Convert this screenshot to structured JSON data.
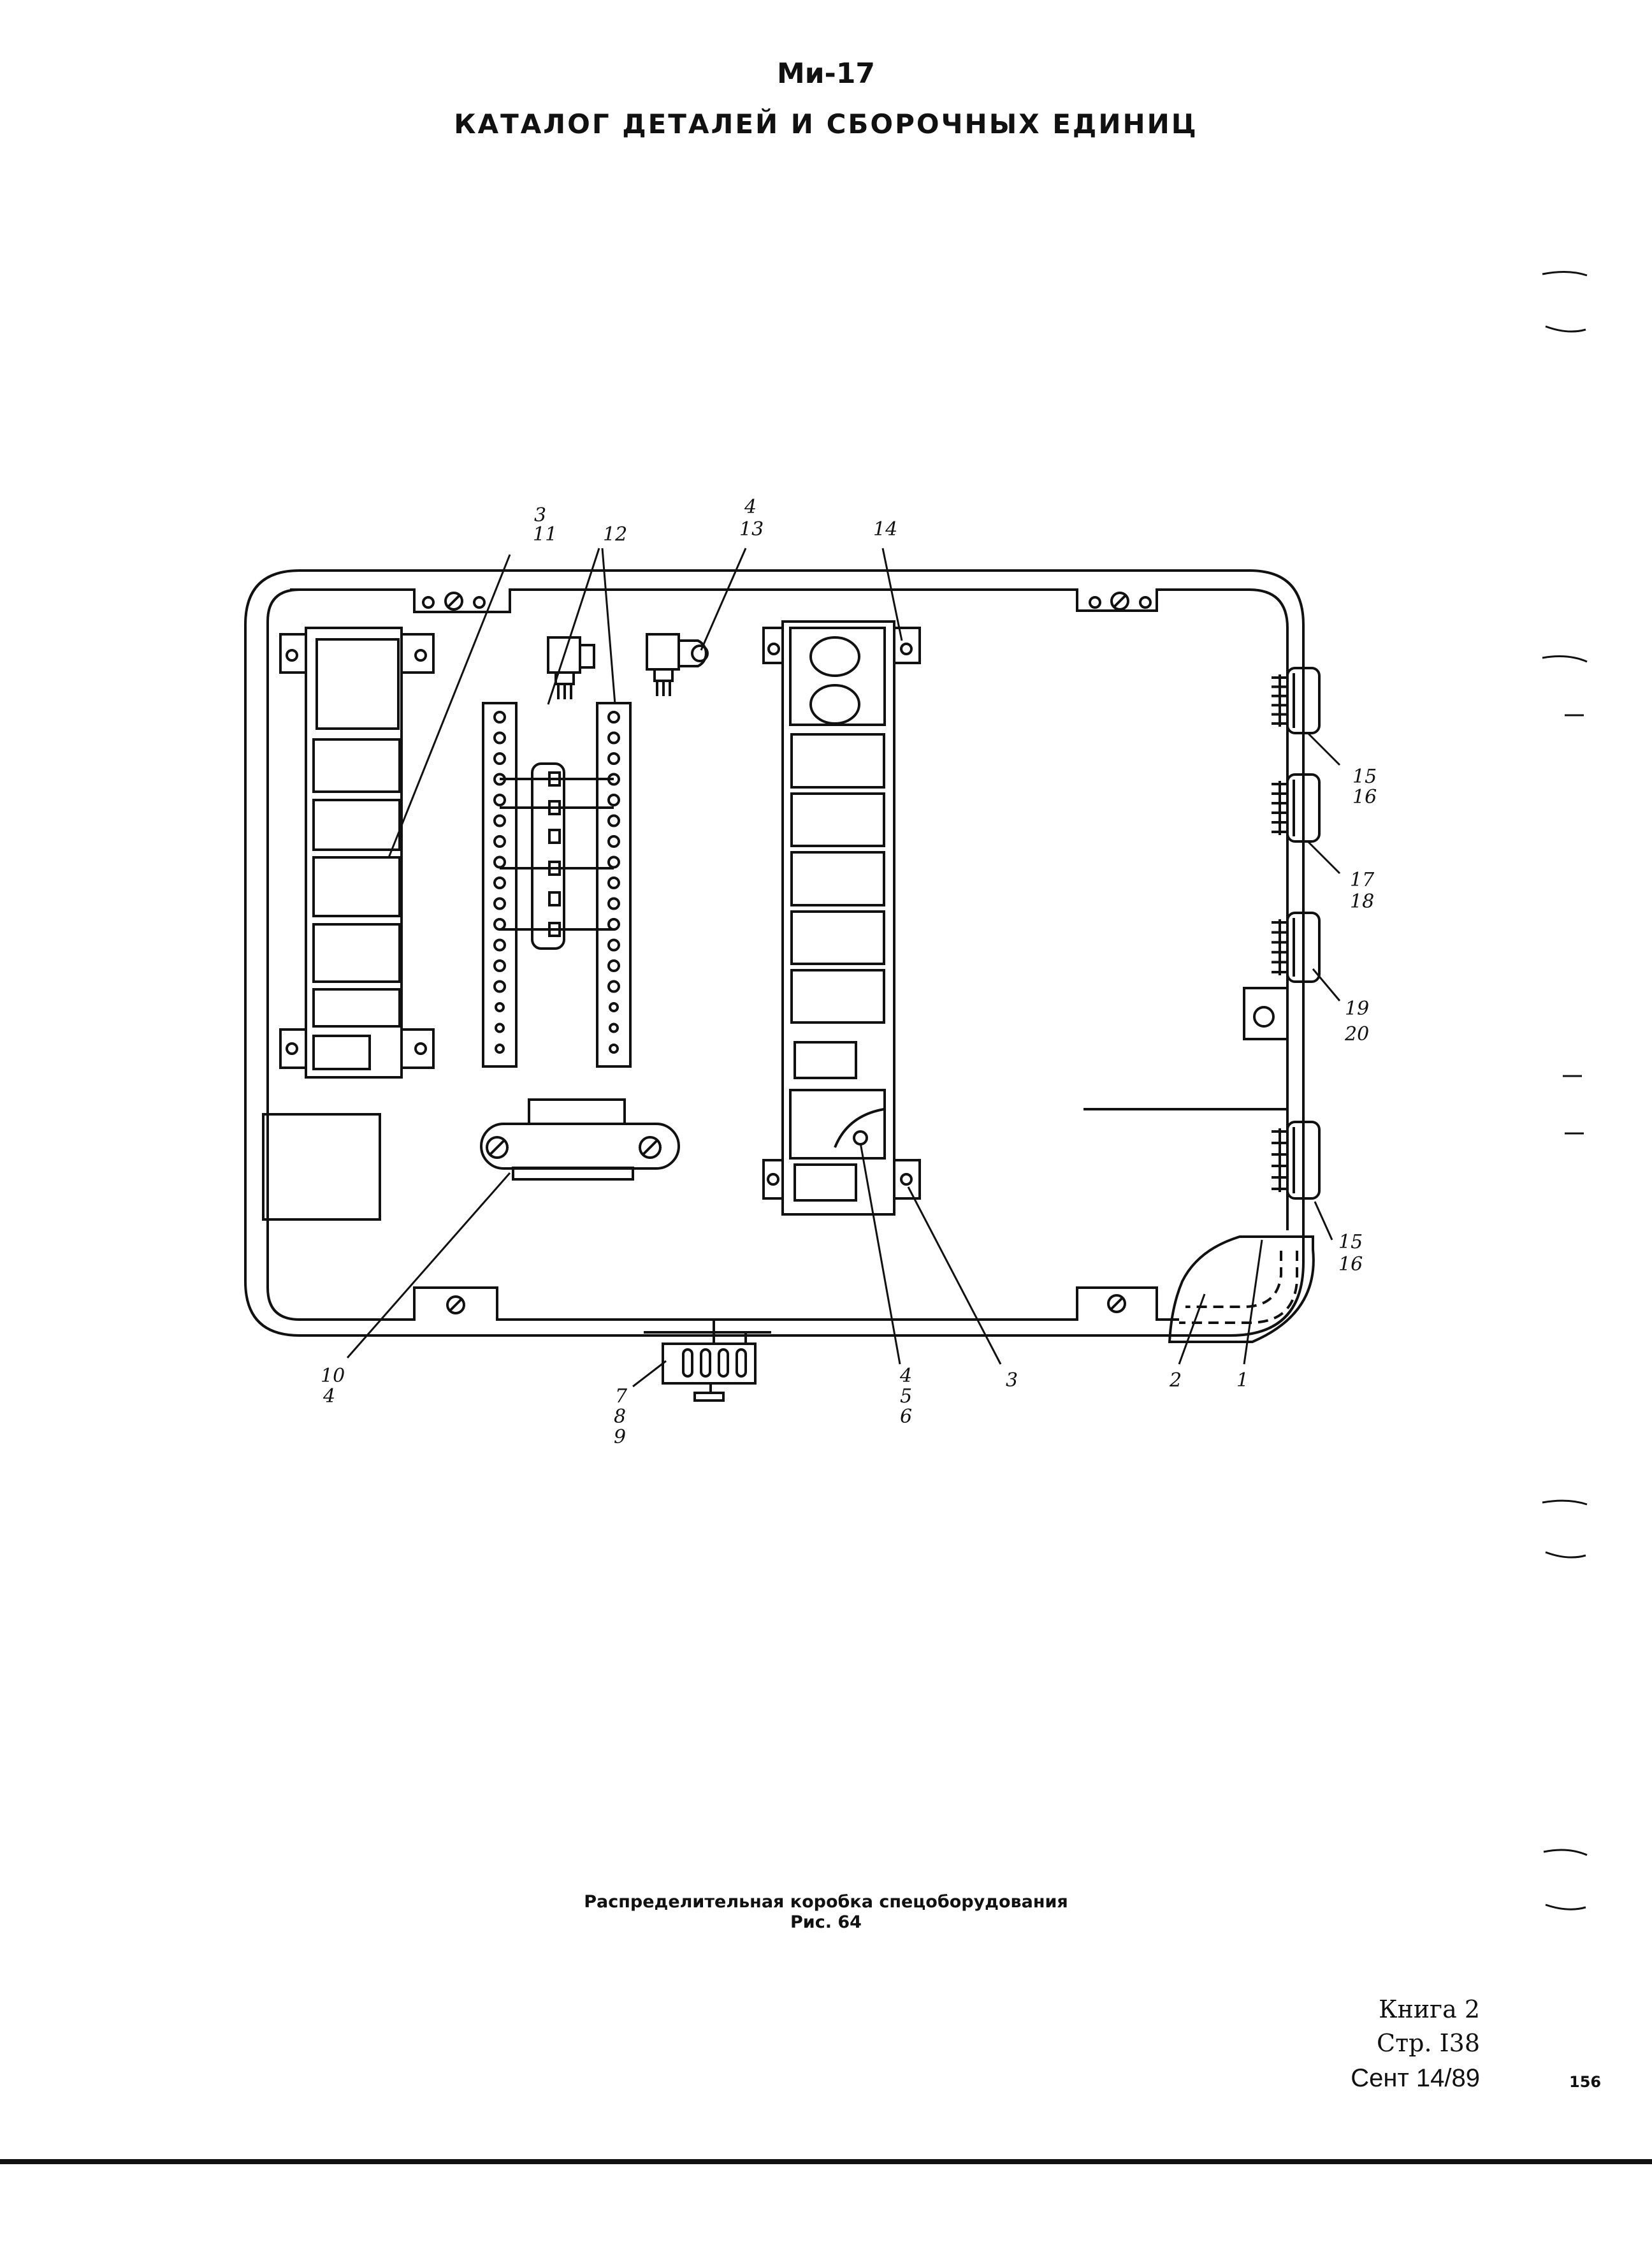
{
  "header": {
    "model": "Ми-17",
    "title": "КАТАЛОГ ДЕТАЛЕЙ И СБОРОЧНЫХ ЕДИНИЦ"
  },
  "callouts": [
    {
      "id": "c-3-11",
      "lines": [
        "3",
        "11"
      ]
    },
    {
      "id": "c-12",
      "lines": [
        "12"
      ]
    },
    {
      "id": "c-4-13",
      "lines": [
        "4",
        "13"
      ]
    },
    {
      "id": "c-14",
      "lines": [
        "14"
      ]
    },
    {
      "id": "c-15-16-a",
      "lines": [
        "15",
        "16"
      ]
    },
    {
      "id": "c-17-18",
      "lines": [
        "17",
        "18"
      ]
    },
    {
      "id": "c-19-20",
      "lines": [
        "19",
        "20"
      ]
    },
    {
      "id": "c-15-16-b",
      "lines": [
        "15",
        "16"
      ]
    },
    {
      "id": "c-10-4",
      "lines": [
        "10",
        "4"
      ]
    },
    {
      "id": "c-7-8-9",
      "lines": [
        "7",
        "8",
        "9"
      ]
    },
    {
      "id": "c-4-5-6",
      "lines": [
        "4",
        "5",
        "6"
      ]
    },
    {
      "id": "c-3",
      "lines": [
        "3"
      ]
    },
    {
      "id": "c-2",
      "lines": [
        "2"
      ]
    },
    {
      "id": "c-1",
      "lines": [
        "1"
      ]
    }
  ],
  "caption": {
    "line1": "Распределительная коробка спецоборудования",
    "line2": "Рис. 64"
  },
  "footer": {
    "book": "Книга 2",
    "page": "Стр. I38",
    "date": "Сент 14/89",
    "sheet_number": "156"
  }
}
